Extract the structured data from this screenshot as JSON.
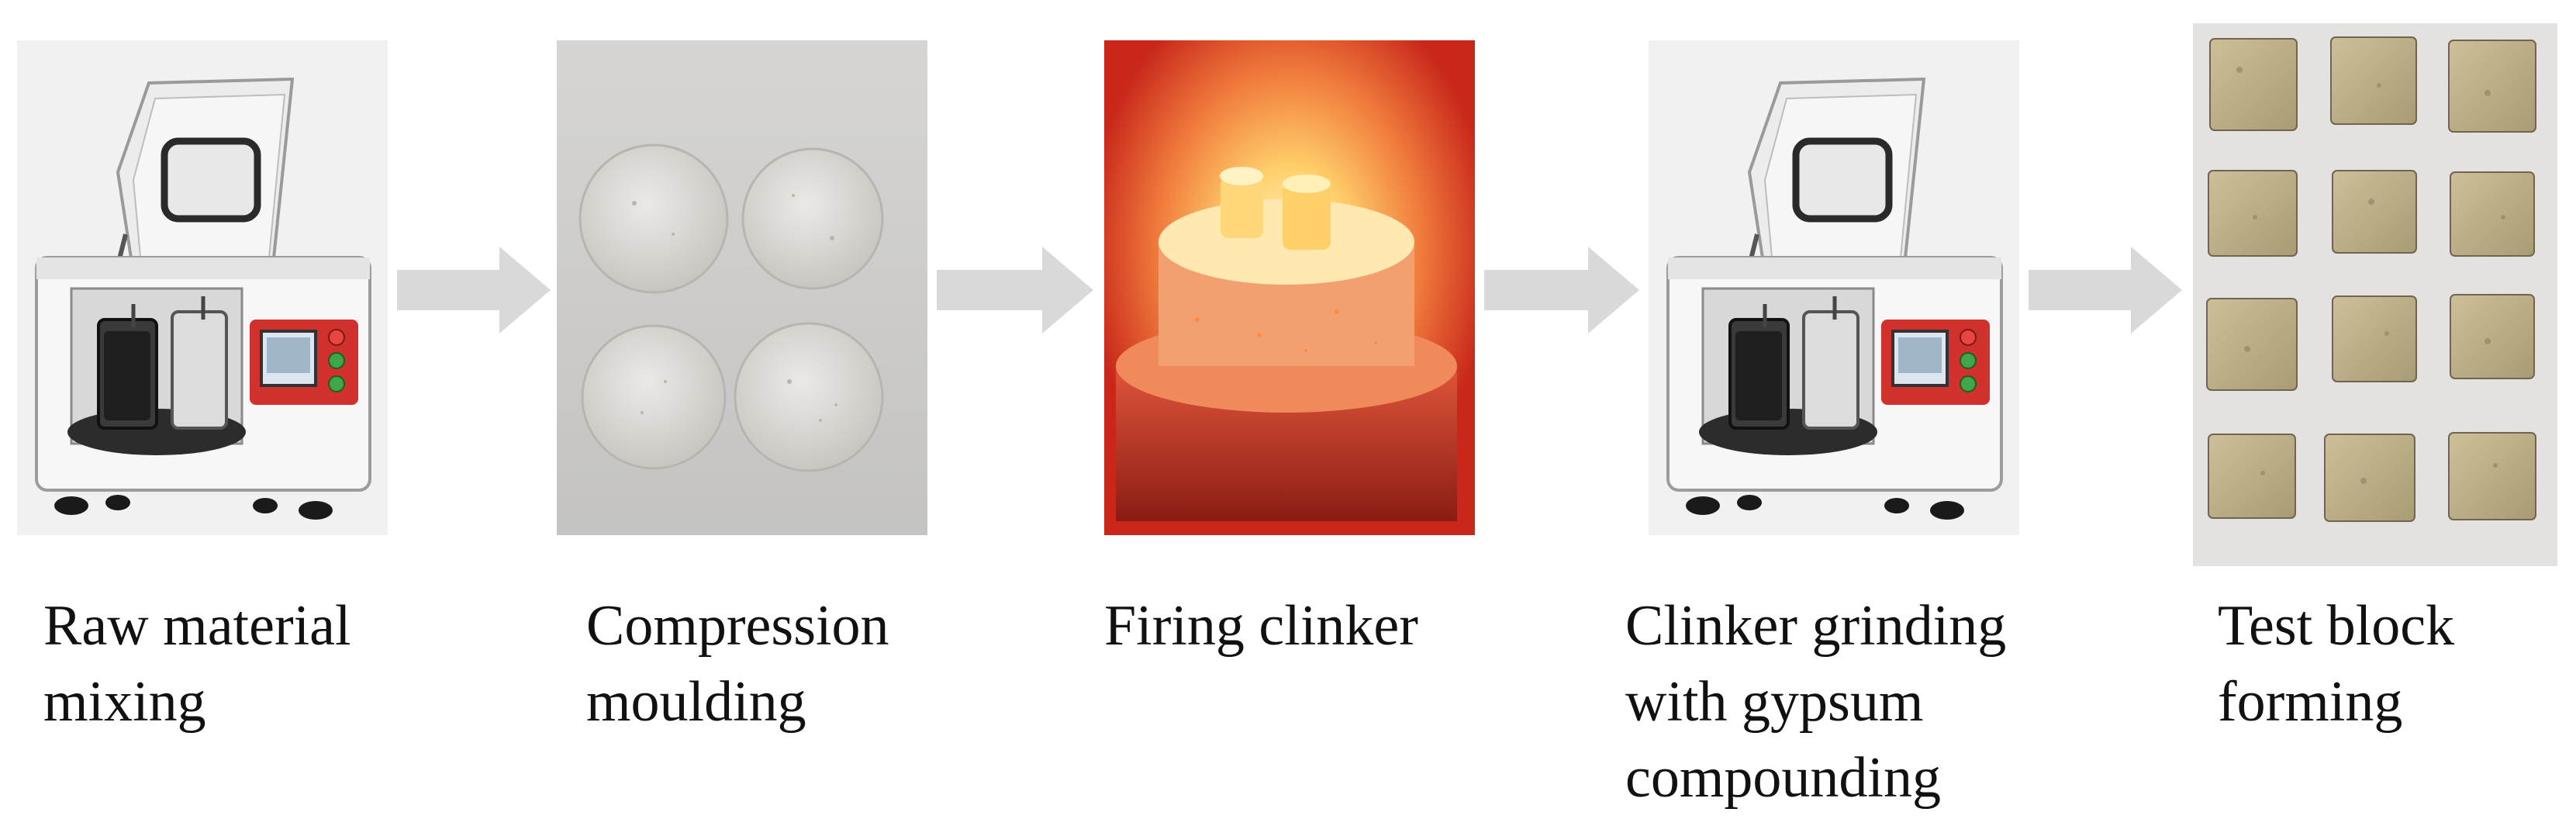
{
  "steps": [
    {
      "label_lines": [
        "Raw material",
        "mixing"
      ],
      "image": "ball-mill-machine"
    },
    {
      "label_lines": [
        "Compression",
        "moulding"
      ],
      "image": "pressed-cylinders"
    },
    {
      "label_lines": [
        "Firing clinker"
      ],
      "image": "furnace-firing"
    },
    {
      "label_lines": [
        "Clinker grinding",
        "with gypsum",
        "compounding"
      ],
      "image": "ball-mill-machine"
    },
    {
      "label_lines": [
        "Test block",
        "forming"
      ],
      "image": "cement-test-blocks"
    }
  ],
  "colors": {
    "arrow": "#d9d9d9",
    "text": "#111111",
    "furnace_bg": "#c8271a"
  }
}
